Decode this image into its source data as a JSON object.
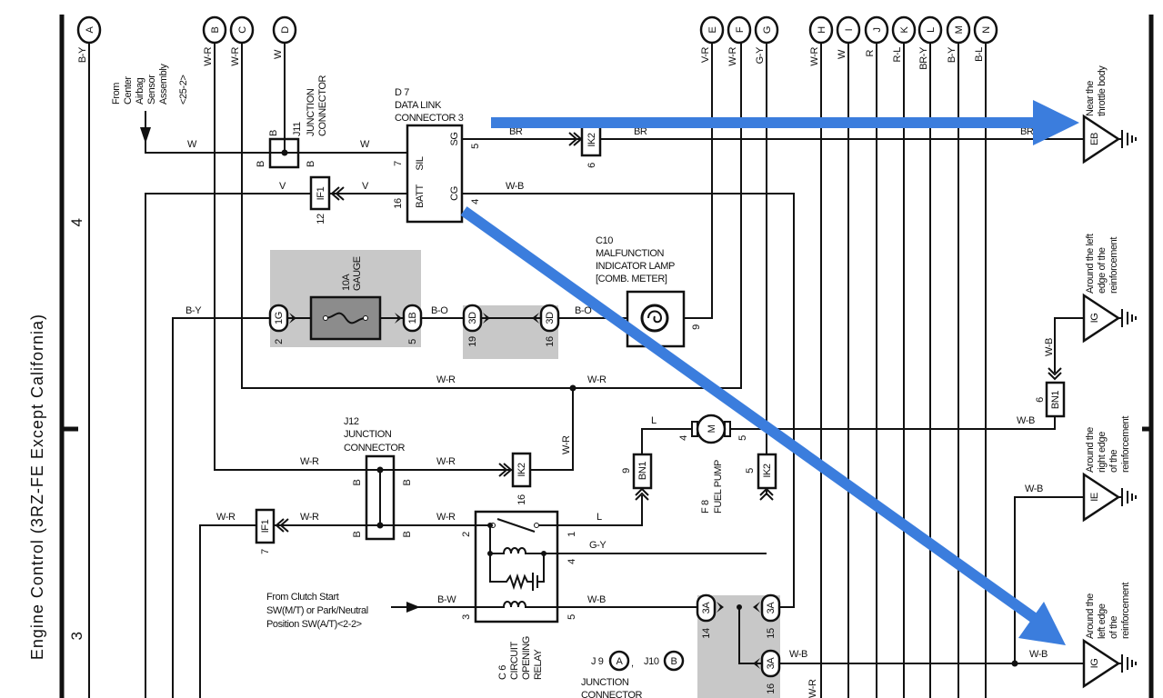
{
  "title": "Engine Control (3RZ-FE Except California)",
  "page_markers": [
    "4",
    "3"
  ],
  "terminals": [
    {
      "id": "A",
      "wire": "B-Y"
    },
    {
      "id": "B",
      "wire": "W-R"
    },
    {
      "id": "C",
      "wire": "W-R"
    },
    {
      "id": "D",
      "wire": "W"
    },
    {
      "id": "E",
      "wire": "V-R"
    },
    {
      "id": "F",
      "wire": "W-R"
    },
    {
      "id": "G",
      "wire": "G-Y"
    },
    {
      "id": "H",
      "wire": "W-R"
    },
    {
      "id": "I",
      "wire": "W"
    },
    {
      "id": "J",
      "wire": "R"
    },
    {
      "id": "K",
      "wire": "R-L"
    },
    {
      "id": "L",
      "wire": "BR-Y"
    },
    {
      "id": "M",
      "wire": "B-Y"
    },
    {
      "id": "N",
      "wire": "B-L"
    }
  ],
  "airbag_note": [
    "From",
    "Center",
    "Airbag",
    "Sensor",
    "Assembly",
    "<25-2>"
  ],
  "j11": {
    "code": "J11",
    "name": [
      "JUNCTION",
      "CONNECTOR"
    ],
    "pin": "B"
  },
  "dlc": {
    "lines": [
      "D 7",
      "DATA LINK",
      "CONNECTOR 3"
    ],
    "sil": "SIL",
    "batt": "BATT",
    "sg": "SG",
    "cg": "CG",
    "pin_sil": "7",
    "pin_batt": "16",
    "pin_sg": "5",
    "pin_cg": "4"
  },
  "connectors": {
    "ik2": "IK2",
    "if1": "IF1",
    "bn1": "BN1",
    "g1": "1G",
    "b1": "1B",
    "d3": "3D",
    "a3": "3A"
  },
  "pins": {
    "ik2_top": "6",
    "if1_top": "12",
    "g1": "2",
    "b1": "5",
    "d3_left": "19",
    "d3_right": "16",
    "lamp": "9",
    "pump_left": "4",
    "pump_right": "5",
    "bn1_left": "9",
    "ik2_pump": "5",
    "bn1_right": "6",
    "ik2_mid": "16",
    "if1_mid": "7",
    "relay": [
      "2",
      "1",
      "4",
      "3",
      "5"
    ],
    "a3": [
      "14",
      "15",
      "16"
    ]
  },
  "fuse": {
    "rating": "10A",
    "name": "GAUGE"
  },
  "lamp": {
    "lines": [
      "C10",
      "MALFUNCTION",
      "INDICATOR LAMP",
      "[COMB.  METER]"
    ]
  },
  "pump": {
    "code": "F 8",
    "name": "FUEL PUMP",
    "symbol": "M"
  },
  "j12": {
    "lines": [
      "J12",
      "JUNCTION",
      "CONNECTOR"
    ]
  },
  "relay": {
    "code": "C 6",
    "lines": [
      "CIRCUIT",
      "OPENING",
      "RELAY"
    ]
  },
  "clutch_note": [
    "From Clutch Start",
    "SW(M/T) or Park/Neutral",
    "Position SW(A/T)<2-2>"
  ],
  "j9j10": {
    "j9": "J 9",
    "a": "A",
    "sep": ",",
    "j10": "J10",
    "b": "B",
    "lines": [
      "JUNCTION",
      "CONNECTOR"
    ]
  },
  "grounds": [
    {
      "id": "EB",
      "note": [
        "Near the",
        "throttle body"
      ]
    },
    {
      "id": "IG",
      "note": [
        "Around the left",
        "edge of the",
        "reinforcement"
      ]
    },
    {
      "id": "IE",
      "note": [
        "Around the",
        "right edge",
        "of the",
        "reinforcement"
      ]
    },
    {
      "id": "IG",
      "note": [
        "Around the",
        "left edge",
        "of the",
        "reinforcement"
      ]
    }
  ],
  "wires": {
    "w": "W",
    "v": "V",
    "br": "BR",
    "wb": "W-B",
    "by": "B-Y",
    "bo": "B-O",
    "wr": "W-R",
    "l": "L",
    "gy": "G-Y",
    "bw": "B-W"
  },
  "colors": {
    "annotation_arrow": "#3b7ddd",
    "splice_shade": "#c8c8c8",
    "fuse_fill": "#8c8c8c"
  }
}
